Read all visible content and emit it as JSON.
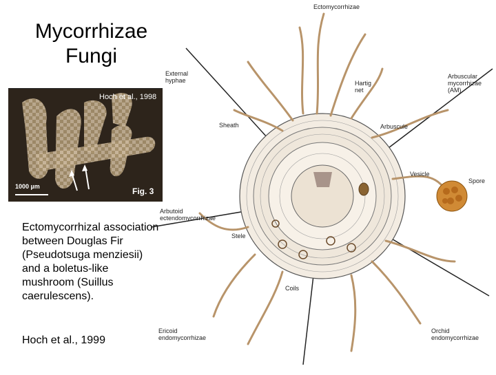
{
  "title": {
    "line1": "Mycorrhizae",
    "line2": "Fungi"
  },
  "photo": {
    "credit": "Hoch et al., 1998",
    "scale": "1000 µm",
    "figure": "Fig. 3"
  },
  "caption": "Ectomycorrhizal association between Douglas Fir (Pseudotsuga menziesii) and a boletus-like mushroom (Suillus caerulescens).",
  "credit2": "Hoch et al., 1999",
  "diagram_labels": {
    "ecto": "Ectomycorrhizae",
    "external_hyphae_1": "External",
    "external_hyphae_2": "hyphae",
    "hartig_1": "Hartig",
    "hartig_2": "net",
    "am_1": "Arbuscular",
    "am_2": "mycorrhizae",
    "am_3": "(AM)",
    "sheath": "Sheath",
    "arbuscule": "Arbuscule",
    "vesicle": "Vesicle",
    "spore": "Spore",
    "arbutoid_1": "Arbutoid",
    "arbutoid_2": "ectendomycorrhizae",
    "stele": "Stele",
    "coils": "Coils",
    "ericoid_1": "Ericoid",
    "ericoid_2": "endomycorrhizae",
    "orchid_1": "Orchid",
    "orchid_2": "endomycorrhizae"
  }
}
